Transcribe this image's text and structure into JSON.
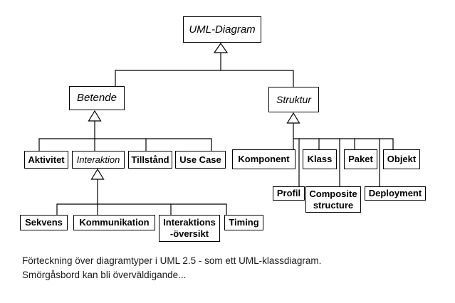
{
  "diagram": {
    "title_node": "UML-Diagram",
    "nodes": {
      "uml_diagram": {
        "label": "UML-Diagram",
        "abstract": true
      },
      "betende": {
        "label": "Betende",
        "abstract": true
      },
      "struktur": {
        "label": "Struktur",
        "abstract": true
      },
      "aktivitet": {
        "label": "Aktivitet"
      },
      "interaktion": {
        "label": "Interaktion",
        "abstract": true
      },
      "tillstand": {
        "label": "Tillstånd"
      },
      "use_case": {
        "label": "Use Case"
      },
      "komponent": {
        "label": "Komponent"
      },
      "klass": {
        "label": "Klass"
      },
      "paket": {
        "label": "Paket"
      },
      "objekt": {
        "label": "Objekt"
      },
      "profil": {
        "label": "Profil"
      },
      "composite_structure": {
        "label": "Composite\nstructure"
      },
      "deployment": {
        "label": "Deployment"
      },
      "sekvens": {
        "label": "Sekvens"
      },
      "kommunikation": {
        "label": "Kommunikation"
      },
      "interaktions_oversikt": {
        "label": "Interaktions\n-översikt"
      },
      "timing": {
        "label": "Timing"
      }
    },
    "relations": [
      {
        "parent": "UML-Diagram",
        "children": [
          "Betende",
          "Struktur"
        ]
      },
      {
        "parent": "Betende",
        "children": [
          "Aktivitet",
          "Interaktion",
          "Tillstånd",
          "Use Case"
        ]
      },
      {
        "parent": "Struktur",
        "children": [
          "Komponent",
          "Klass",
          "Paket",
          "Objekt",
          "Profil",
          "Composite structure",
          "Deployment"
        ]
      },
      {
        "parent": "Interaktion",
        "children": [
          "Sekvens",
          "Kommunikation",
          "Interaktions-översikt",
          "Timing"
        ]
      }
    ],
    "arrow_style": "hollow-triangle-generalization"
  },
  "caption": {
    "line1": "Förteckning över diagramtyper i UML 2.5 - som ett UML-klassdiagram.",
    "line2": "Smörgåsbord kan bli överväldigande..."
  },
  "colors": {
    "background": "#ffffff",
    "line": "#000000",
    "box_border": "#000000",
    "box_fill": "#ffffff",
    "text": "#000000"
  }
}
